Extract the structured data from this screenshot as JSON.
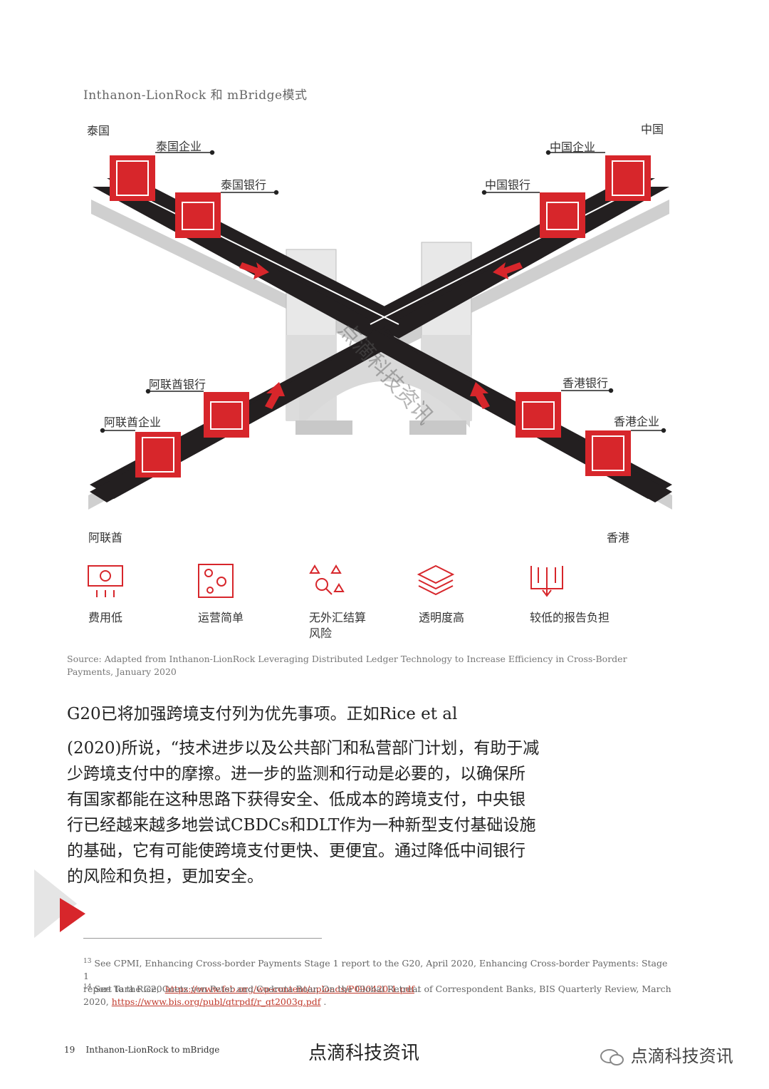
{
  "figure": {
    "title": "Inthanon-LionRock 和 mBridge模式",
    "countries": {
      "thailand": "泰国",
      "china": "中国",
      "uae": "阿联酋",
      "hongkong": "香港"
    },
    "nodes": {
      "thai_corp": "泰国企业",
      "thai_bank": "泰国银行",
      "china_corp": "中国企业",
      "china_bank": "中国银行",
      "uae_bank": "阿联酋银行",
      "uae_corp": "阿联酋企业",
      "hk_bank": "香港银行",
      "hk_corp": "香港企业"
    },
    "watermark": "点滴科技资讯",
    "accent_color": "#d7262b",
    "road_color": "#231f20"
  },
  "benefits": [
    {
      "label": "费用低",
      "icon": "money-icon"
    },
    {
      "label": "运营简单",
      "icon": "gears-icon"
    },
    {
      "label": "无外汇结算",
      "label2": "风险",
      "icon": "fx-risk-icon"
    },
    {
      "label": "透明度高",
      "icon": "layers-icon"
    },
    {
      "label": "较低的报告负担",
      "icon": "arrows-down-icon"
    }
  ],
  "source": {
    "line1": "Source: Adapted from Inthanon-LionRock Leveraging Distributed Ledger Technology to Increase Efficiency in Cross-Border",
    "line2": "Payments, January 2020"
  },
  "body": {
    "line1": "G20已将加强跨境支付列为优先事项。正如Rice et al",
    "line2": "(2020)所说，“技术进步以及公共部门和私营部门计划，有助于减",
    "line3": "少跨境支付中的摩擦。进一步的监测和行动是必要的，以确保所",
    "line4": "有国家都能在这种思路下获得安全、低成本的跨境支付，中央银",
    "line5": "行已经越来越多地尝试CBDCs和DLT作为一种新型支付基础设施",
    "line6": "的基础，它有可能使跨境支付更快、更便宜。通过降低中间银行",
    "line7": "的风险和负担，更加安全。"
  },
  "footnotes": {
    "fn13_num": "13",
    "fn13_text": " See CPMI, Enhancing Cross-border Payments Stage 1 report to the G20, April 2020, Enhancing Cross-border Payments: Stage 1",
    "fn13_text2": "report to the G20 ",
    "fn13_link": "https://www.fsb.org/wp-content/uploads/P090420-1.pdf",
    "fn13_end": " .",
    "fn14_num": "14",
    "fn14_text": " See Tara Rice, Goetz von Peter and Codruta Boar, On the Global Retreat of Correspondent Banks, BIS Quarterly Review, March",
    "fn14_text2": "2020, ",
    "fn14_link": "https://www.bis.org/publ/qtrpdf/r_qt2003g.pdf",
    "fn14_end": " ."
  },
  "footer": {
    "page_number": "19",
    "doc_title": "Inthanon-LionRock to mBridge",
    "center_text": "点滴科技资讯",
    "brand": "点滴科技资讯"
  }
}
